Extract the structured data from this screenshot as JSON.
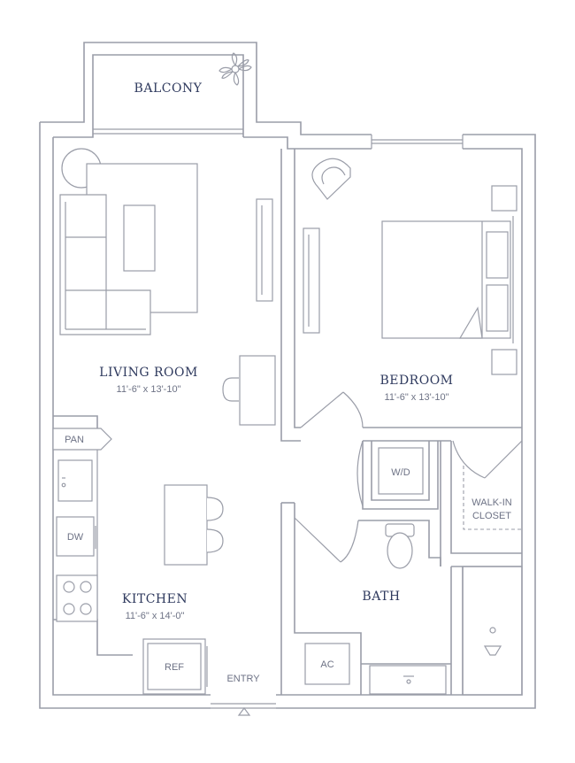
{
  "rooms": {
    "balcony": "BALCONY",
    "living_room": "LIVING ROOM",
    "living_room_dim": "11'-6\" x 13'-10\"",
    "bedroom": "BEDROOM",
    "bedroom_dim": "11'-6\" x 13'-10\"",
    "kitchen": "KITCHEN",
    "kitchen_dim": "11'-6\" x 14'-0\"",
    "bath": "BATH",
    "walk_in_closet_line1": "WALK-IN",
    "walk_in_closet_line2": "CLOSET",
    "entry": "ENTRY"
  },
  "fixtures": {
    "pantry": "PAN",
    "washer_dryer": "W/D",
    "dishwasher": "DW",
    "refrigerator": "REF",
    "air_conditioner": "AC"
  },
  "colors": {
    "wall": "#9a9da8",
    "label": "#2f3a5e",
    "dimension": "#6d7285"
  }
}
